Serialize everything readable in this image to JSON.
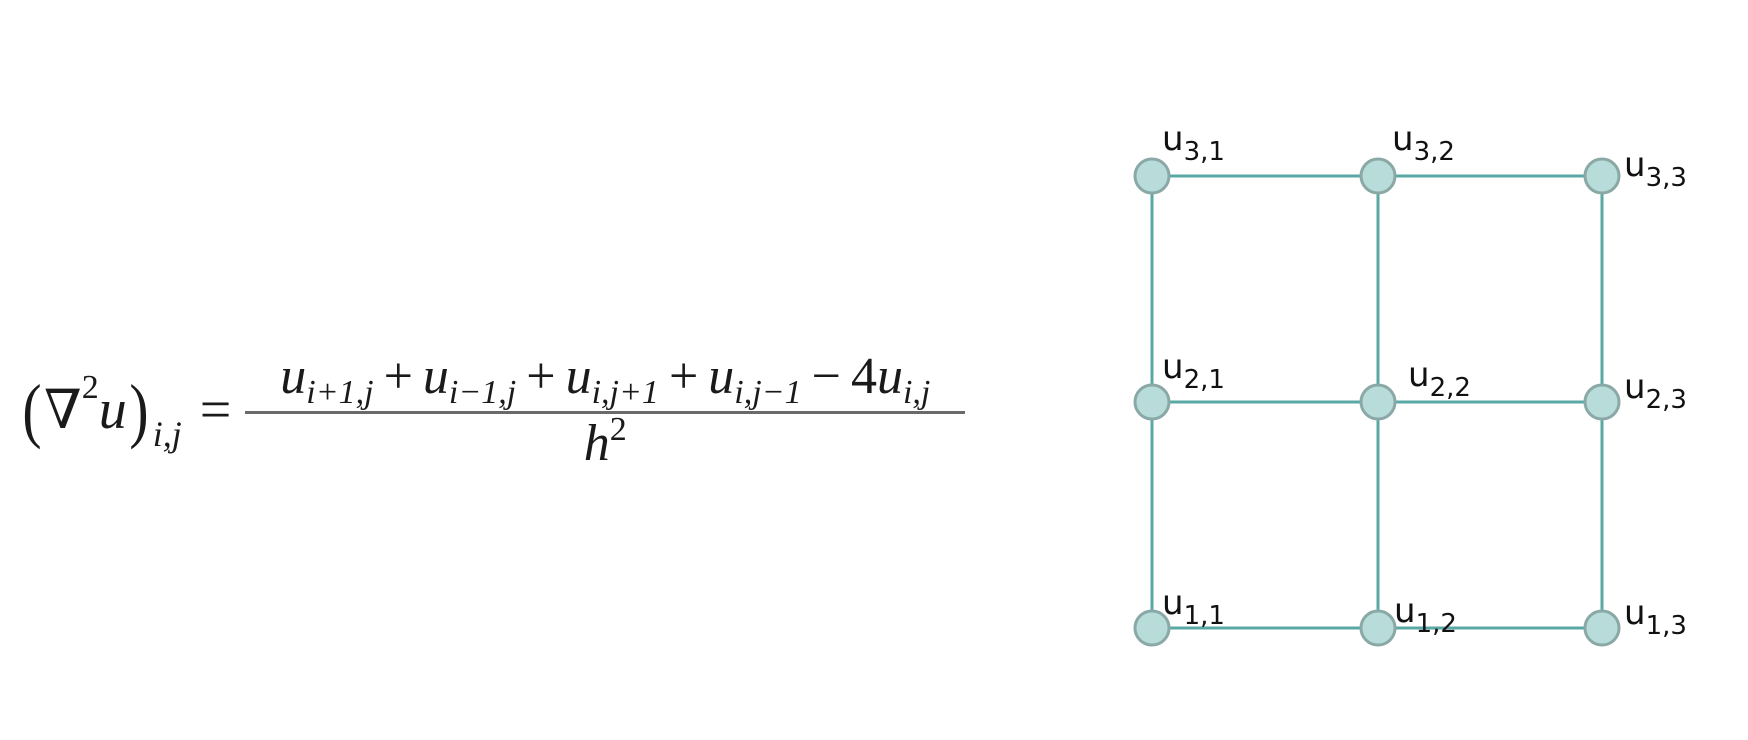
{
  "formula": {
    "lhs_nabla": "∇",
    "lhs_sup": "2",
    "lhs_var": "u",
    "lhs_sub": "i,j",
    "equals": "=",
    "terms": [
      {
        "var": "u",
        "sub": "i+1,j"
      },
      {
        "var": "u",
        "sub": "i−1,j"
      },
      {
        "var": "u",
        "sub": "i,j+1"
      },
      {
        "var": "u",
        "sub": "i,j−1"
      },
      {
        "coef": "4",
        "var": "u",
        "sub": "i,j"
      }
    ],
    "operators": [
      "+",
      "+",
      "+",
      "−"
    ],
    "denominator_var": "h",
    "denominator_sup": "2"
  },
  "grid": {
    "line_color": "#5aa8a4",
    "node_fill": "#b7dcda",
    "node_stroke": "#8aa8a6",
    "rows": 3,
    "cols": 3,
    "nodes": [
      {
        "row": 3,
        "col": 1,
        "label": "u",
        "sub": "3,1"
      },
      {
        "row": 3,
        "col": 2,
        "label": "u",
        "sub": "3,2"
      },
      {
        "row": 3,
        "col": 3,
        "label": "u",
        "sub": "3,3"
      },
      {
        "row": 2,
        "col": 1,
        "label": "u",
        "sub": "2,1"
      },
      {
        "row": 2,
        "col": 2,
        "label": "u",
        "sub": "2,2"
      },
      {
        "row": 2,
        "col": 3,
        "label": "u",
        "sub": "2,3"
      },
      {
        "row": 1,
        "col": 1,
        "label": "u",
        "sub": "1,1"
      },
      {
        "row": 1,
        "col": 2,
        "label": "u",
        "sub": "1,2"
      },
      {
        "row": 1,
        "col": 3,
        "label": "u",
        "sub": "1,3"
      }
    ]
  }
}
